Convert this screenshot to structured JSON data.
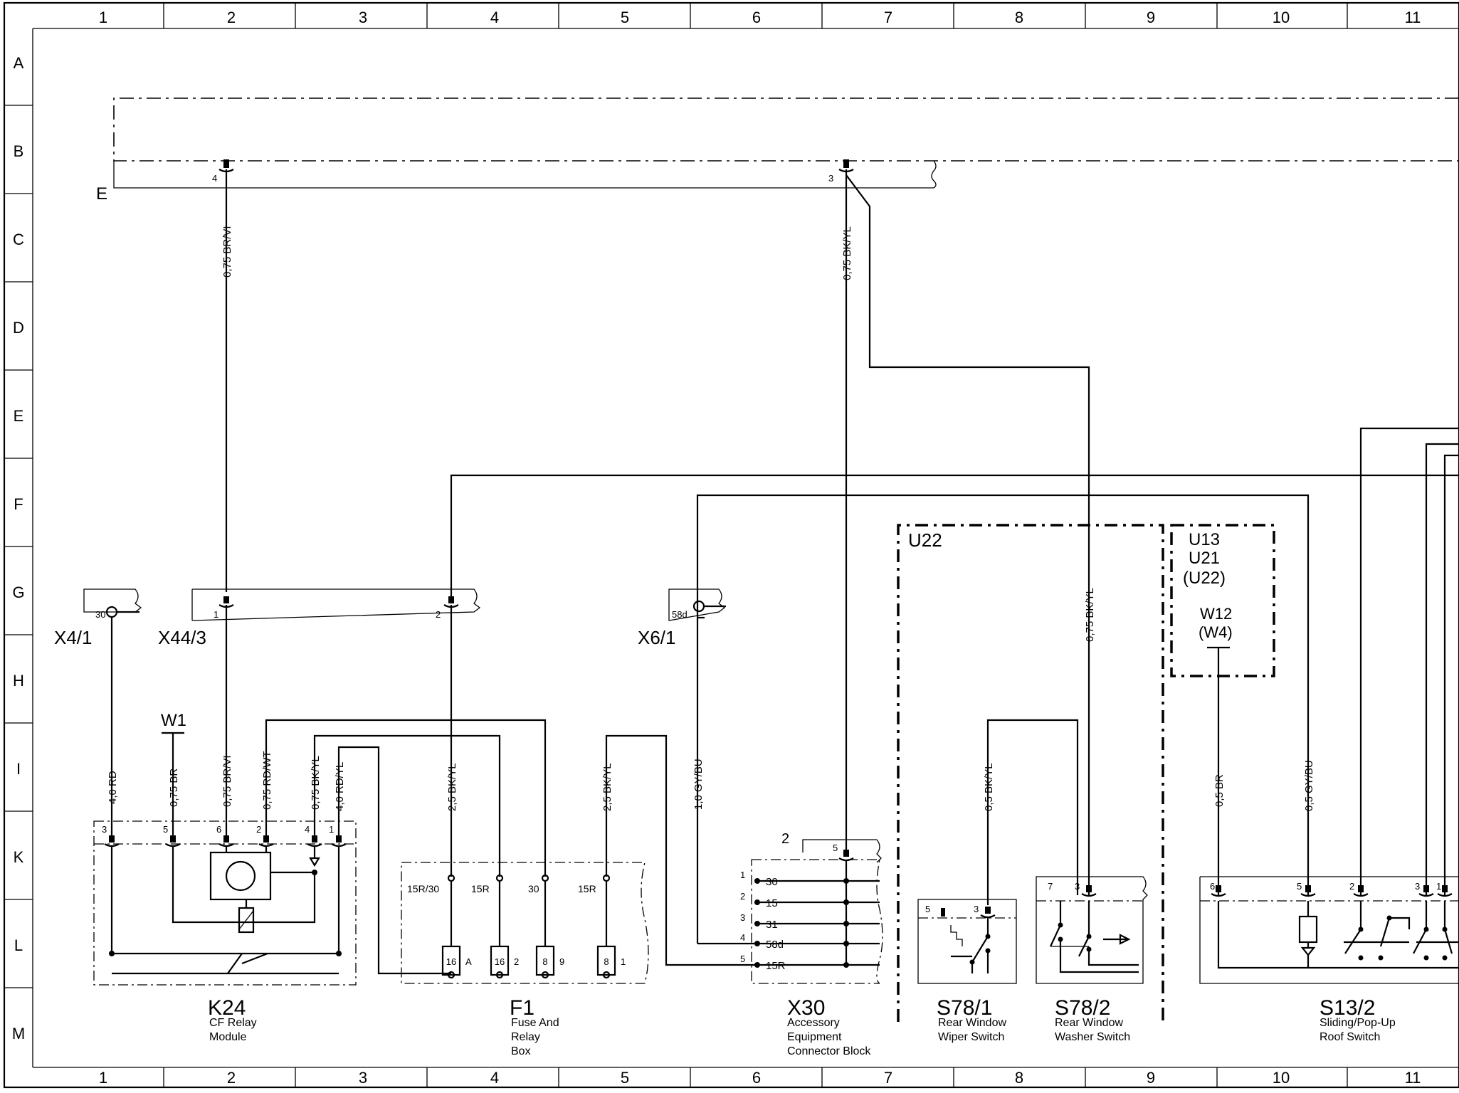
{
  "grid": {
    "columns": [
      "1",
      "2",
      "3",
      "4",
      "5",
      "6",
      "7",
      "8",
      "9",
      "10",
      "11"
    ],
    "rows": [
      "A",
      "B",
      "C",
      "D",
      "E",
      "F",
      "G",
      "H",
      "I",
      "K",
      "L",
      "M"
    ]
  },
  "ground_label": "E",
  "connectors": {
    "x4_1": {
      "name": "X4/1",
      "pin": "30"
    },
    "x44_3": {
      "name": "X44/3",
      "pin1": "1",
      "pin2": "2"
    },
    "x6_1": {
      "name": "X6/1",
      "pin": "58d"
    }
  },
  "top_connector": {
    "pin4": "4",
    "pin3": "3"
  },
  "w1": "W1",
  "wires": {
    "br_vi_top": "0,75 BR/VI",
    "bk_yl_top": "0,75 BK/YL",
    "bk_yl_s78": "0,75 BK/YL",
    "gy_bu_x6": "1,0 GY/BU",
    "k24_rd": "4,0 RD",
    "k24_br": "0,75 BR",
    "k24_brvi": "0,75 BR/VI",
    "k24_rdwt": "0,75 RD/WT",
    "k24_bkyl": "0,75 BK/YL",
    "k24_rdyl": "4,0 RD/YL",
    "f1_bkyl_a": "2,5 BK/YL",
    "f1_bkyl_b": "2,5 BK/YL",
    "s78_bkyl": "0,5 BK/YL",
    "s13_br": "0,5 BR",
    "s13_gybu": "0,5 GY/BU"
  },
  "k24": {
    "name": "K24",
    "desc1": "CF Relay",
    "desc2": "Module",
    "pins": [
      "3",
      "5",
      "6",
      "2",
      "4",
      "1"
    ]
  },
  "f1": {
    "name": "F1",
    "desc1": "Fuse And",
    "desc2": "Relay",
    "desc3": "Box",
    "terminals": [
      "15R/30",
      "15R",
      "30",
      "15R"
    ],
    "fuse_ratings": [
      "16",
      "16",
      "8",
      "8"
    ],
    "fuse_numbers": [
      "A",
      "2",
      "9",
      "1"
    ]
  },
  "x30": {
    "name": "X30",
    "desc1": "Accessory",
    "desc2": "Equipment",
    "desc3": "Connector Block",
    "header": "2",
    "top_pin": "5",
    "rows": [
      {
        "pin": "1",
        "label": "30"
      },
      {
        "pin": "2",
        "label": "15"
      },
      {
        "pin": "3",
        "label": "31"
      },
      {
        "pin": "4",
        "label": "58d"
      },
      {
        "pin": "5",
        "label": "15R"
      }
    ]
  },
  "u22": "U22",
  "u_group": {
    "l1": "U13",
    "l2": "U21",
    "l3": "(U22)",
    "l4": "W12",
    "l5": "(W4)"
  },
  "s78_1": {
    "name": "S78/1",
    "desc1": "Rear Window",
    "desc2": "Wiper Switch",
    "pins": [
      "5",
      "3"
    ]
  },
  "s78_2": {
    "name": "S78/2",
    "desc1": "Rear Window",
    "desc2": "Washer Switch",
    "pins": [
      "7",
      "3"
    ]
  },
  "s13_2": {
    "name": "S13/2",
    "desc1": "Sliding/Pop-Up",
    "desc2": "Roof Switch",
    "pins": [
      "6",
      "5",
      "2",
      "3",
      "1"
    ]
  }
}
